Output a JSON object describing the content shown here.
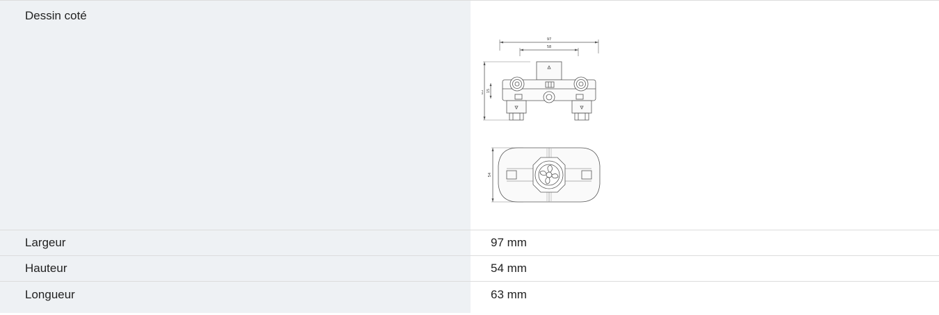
{
  "specs": {
    "drawing": {
      "label": "Dessin coté",
      "dimensions": {
        "overall_width": "97",
        "inner_width": "58",
        "height": "63",
        "port_height": "15",
        "depth": "54"
      }
    },
    "rows": [
      {
        "label": "Largeur",
        "value": "97 mm"
      },
      {
        "label": "Hauteur",
        "value": "54 mm"
      },
      {
        "label": "Longueur",
        "value": "63 mm"
      }
    ]
  }
}
